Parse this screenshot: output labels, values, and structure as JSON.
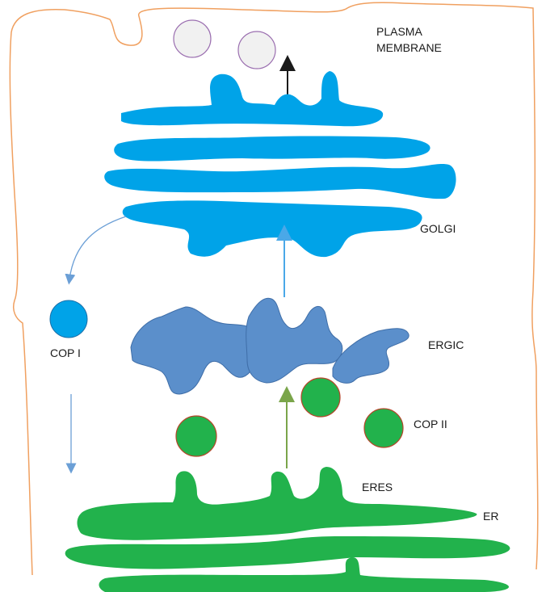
{
  "labels": {
    "plasma_membrane_line1": "PLASMA",
    "plasma_membrane_line2": "MEMBRANE",
    "golgi": "GOLGI",
    "ergic": "ERGIC",
    "cop1": "COP I",
    "cop2": "COP II",
    "eres": "ERES",
    "er": "ER"
  },
  "colors": {
    "membrane_outline": "#f0a060",
    "golgi_fill": "#00a3e8",
    "ergic_fill": "#5b8fcb",
    "er_fill": "#22b24c",
    "vesicle_plasma_fill": "#f1f1f1",
    "vesicle_plasma_stroke": "#9b6fb0",
    "cop2_stroke": "#b5462a",
    "arrow_black": "#1a1a1a",
    "arrow_blue": "#4aa8e8",
    "arrow_green": "#7aa54a"
  }
}
